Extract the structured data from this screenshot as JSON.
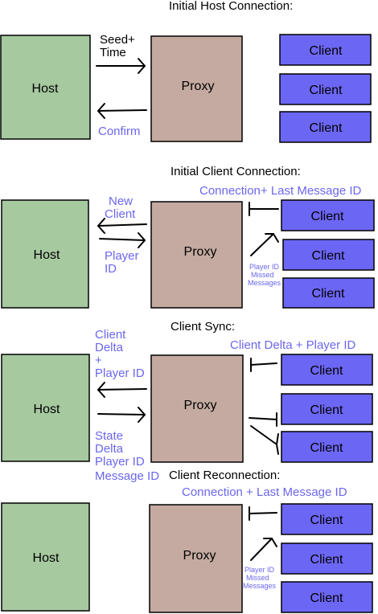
{
  "titles": {
    "s1": "Initial Host Connection:",
    "s2": "Initial Client Connection:",
    "s3": "Client Sync:",
    "s4": "Client  Reconnection:"
  },
  "boxes": {
    "host": "Host",
    "proxy": "Proxy",
    "client": "Client"
  },
  "colors": {
    "host": "#a6c9a0",
    "proxy": "#c4aaa0",
    "client": "#6c66f5",
    "blue_text": "#6b66ee"
  },
  "s1": {
    "seed_time_1": "Seed+",
    "seed_time_2": "Time",
    "confirm": "Confirm"
  },
  "s2": {
    "new_client_1": "New",
    "new_client_2": "Client",
    "player_id_1": "Player",
    "player_id_2": "ID",
    "connection": "Connection+ Last Message ID",
    "small_1": "Player ID",
    "small_2": "Missed",
    "small_3": "Messages"
  },
  "s3": {
    "client_delta_1": "Client",
    "client_delta_2": "Delta",
    "client_delta_3": "+",
    "client_delta_4": "Player ID",
    "client_delta_right": "Client Delta + Player ID",
    "state_1": "State",
    "state_2": "Delta",
    "state_3": "Player ID",
    "state_4": "Message ID"
  },
  "s4": {
    "connection": "Connection + Last Message ID",
    "small_1": "Player ID",
    "small_2": "Missed",
    "small_3": "Messages"
  }
}
